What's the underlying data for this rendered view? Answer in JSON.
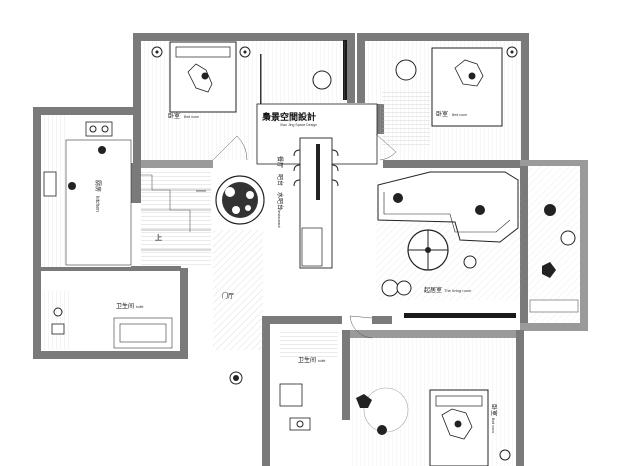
{
  "brand": {
    "title": "梟景空間設計",
    "subtitle": "Xiao Jing Space Design"
  },
  "rooms": {
    "bedroom_1": {
      "cn": "卧室",
      "en": "Bed room"
    },
    "bedroom_2": {
      "cn": "卧室",
      "en": "Bed room"
    },
    "bedroom_3": {
      "cn": "卧室",
      "en": "Bed room"
    },
    "kitchen": {
      "cn": "厨房",
      "en": "kitchen"
    },
    "dining": {
      "cn": "餐厅",
      "en": "Restaurant"
    },
    "bar": {
      "cn": "吧台",
      "en": ""
    },
    "water_bar": {
      "cn": "水吧台",
      "en": ""
    },
    "living": {
      "cn": "起居室",
      "en": "The living room"
    },
    "toilet_1": {
      "cn": "卫生间",
      "en": "toilet"
    },
    "toilet_2": {
      "cn": "卫生间",
      "en": "toilet"
    },
    "foyer": {
      "cn": "门厅",
      "en": ""
    },
    "stair": {
      "cn": "上",
      "en": ""
    }
  },
  "colors": {
    "wall": "#7a7a7a",
    "wall_dark": "#1a1a1a",
    "line": "#333333",
    "hatch": "#b5b5b5"
  }
}
